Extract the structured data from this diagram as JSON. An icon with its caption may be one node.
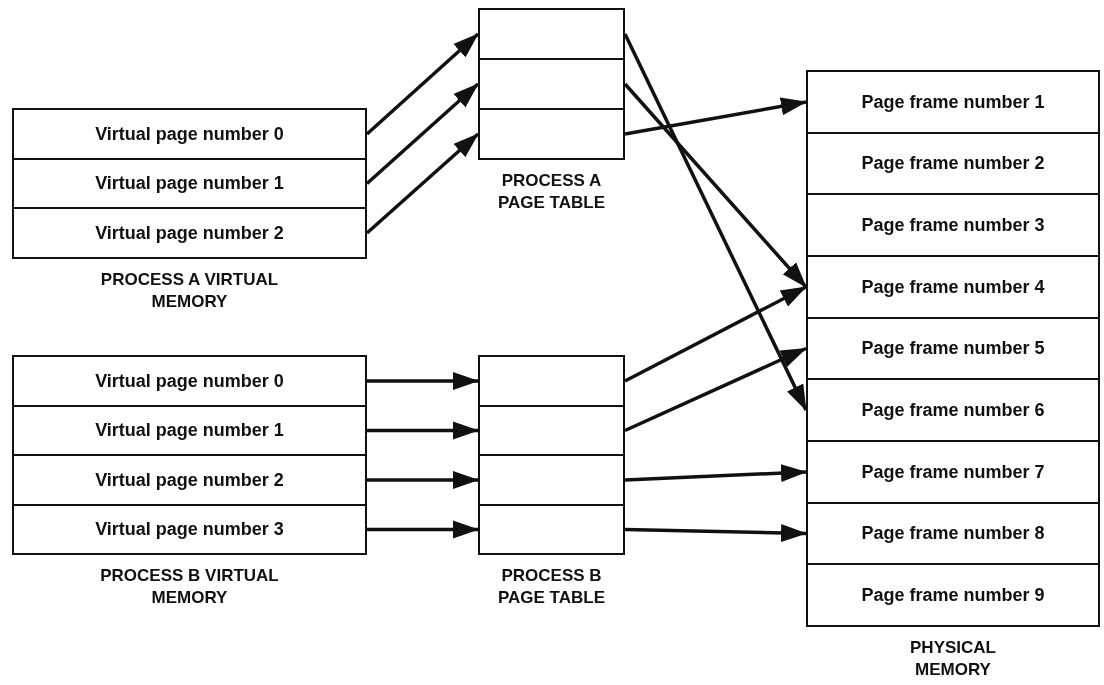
{
  "diagram": {
    "nodes": [
      {
        "text": [
          "PROCESS A VIRTUAL MEMORY"
        ]
      },
      {
        "text": [
          "Virtual page number 0"
        ],
        "in": 0
      },
      {
        "text": [
          "Virtual page number 1"
        ],
        "in": 0
      },
      {
        "text": [
          "Virtual page number 2"
        ],
        "in": 0
      },
      {
        "text": [
          "PROCESS A PAGE TABLE"
        ]
      },
      {
        "text": [],
        "shape": "box",
        "in": 4
      },
      {
        "text": [],
        "shape": "box",
        "in": 4
      },
      {
        "text": [],
        "shape": "box",
        "in": 4
      },
      {
        "text": [
          "PHYSICAL MEMORY"
        ]
      },
      {
        "text": [
          "Page frame number 1"
        ],
        "in": 8
      },
      {
        "text": [
          "Page frame number 2"
        ],
        "in": 8
      },
      {
        "text": [
          "Page frame number 3"
        ],
        "in": 8
      },
      {
        "text": [
          "Page frame number 4"
        ],
        "in": 8
      },
      {
        "text": [
          "Page frame number 5"
        ],
        "in": 8
      },
      {
        "text": [
          "Page frame number 6"
        ],
        "in": 8
      },
      {
        "text": [
          "Page frame number 7"
        ],
        "in": 8
      },
      {
        "text": [
          "Page frame number 8"
        ],
        "in": 8
      },
      {
        "text": [
          "Page frame number 9"
        ],
        "in": 8
      },
      {
        "text": [
          "PROCESS B VIRTUAL MEMORY"
        ]
      },
      {
        "text": [
          "Virtual page number 0"
        ],
        "in": 18
      },
      {
        "text": [
          "Virtual page number 1"
        ],
        "in": 18
      },
      {
        "text": [
          "Virtual page number 2"
        ],
        "in": 18
      },
      {
        "text": [
          "Virtual page number 3"
        ],
        "in": 18
      },
      {
        "text": [
          "PROCESS B PAGE TABLE"
        ]
      },
      {
        "text": [],
        "shape": "box",
        "in": 23
      },
      {
        "text": [],
        "shape": "box",
        "in": 23
      },
      {
        "text": [],
        "shape": "box",
        "in": 23
      },
      {
        "text": [],
        "shape": "box",
        "in": 23
      }
    ],
    "edges": [
      {
        "from": 1,
        "to": 5,
        "arrow": "to"
      },
      {
        "from": 2,
        "to": 6,
        "arrow": "to"
      },
      {
        "from": 3,
        "to": 7,
        "arrow": "to"
      },
      {
        "from": 5,
        "to": 14,
        "arrow": "to"
      },
      {
        "from": 6,
        "to": 12,
        "arrow": "to"
      },
      {
        "from": 7,
        "to": 9,
        "arrow": "to"
      },
      {
        "from": 19,
        "to": 24,
        "arrow": "to"
      },
      {
        "from": 20,
        "to": 25,
        "arrow": "to"
      },
      {
        "from": 21,
        "to": 26,
        "arrow": "to"
      },
      {
        "from": 22,
        "to": 27,
        "arrow": "to"
      },
      {
        "from": 24,
        "to": 12,
        "arrow": "to"
      },
      {
        "from": 25,
        "to": 13,
        "arrow": "to"
      },
      {
        "from": 26,
        "to": 15,
        "arrow": "to"
      },
      {
        "from": 27,
        "to": 16,
        "arrow": "to"
      }
    ]
  }
}
